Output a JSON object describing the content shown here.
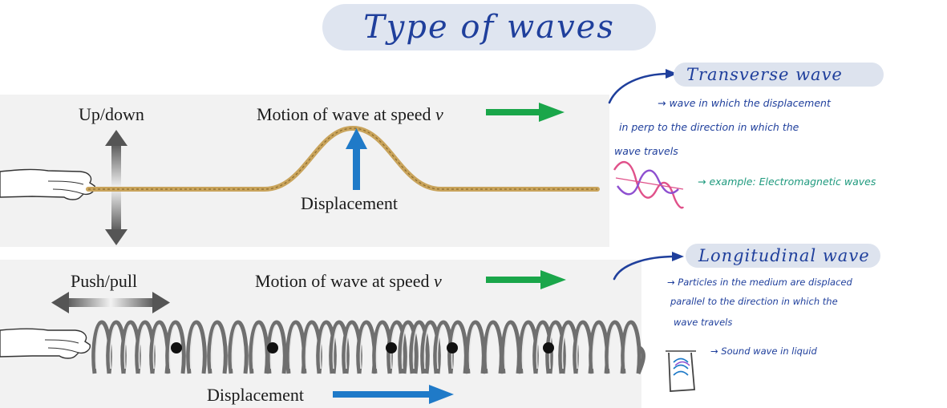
{
  "title": "Type of waves",
  "top_diagram": {
    "updown_label": "Up/down",
    "motion_label_prefix": "Motion of wave at speed ",
    "speed_symbol": "v",
    "displacement_label": "Displacement"
  },
  "bottom_diagram": {
    "pushpull_label": "Push/pull",
    "motion_label_prefix": "Motion of wave at speed ",
    "speed_symbol": "v",
    "displacement_label": "Displacement"
  },
  "notes": {
    "transverse": {
      "heading": "Transverse wave",
      "line1": "→ wave in which the displacement",
      "line2": "in perp to the direction in which the",
      "line3": "wave travels",
      "example": "→ example: Electromagnetic waves"
    },
    "longitudinal": {
      "heading": "Longitudinal wave",
      "line1": "→ Particles in the medium are displaced",
      "line2": "parallel to the direction in which the",
      "line3": "wave travels",
      "example": "→ Sound wave in liquid"
    }
  },
  "colors": {
    "ink_blue": "#1f3f9c",
    "ink_green": "#1f9a7e",
    "arrow_green": "#1aa64a",
    "arrow_blue": "#1f7ac8",
    "rope": "#c9a45c",
    "coil": "#6f6f6f",
    "sketch_pink": "#e0518a",
    "sketch_purple": "#8e4fd0"
  }
}
